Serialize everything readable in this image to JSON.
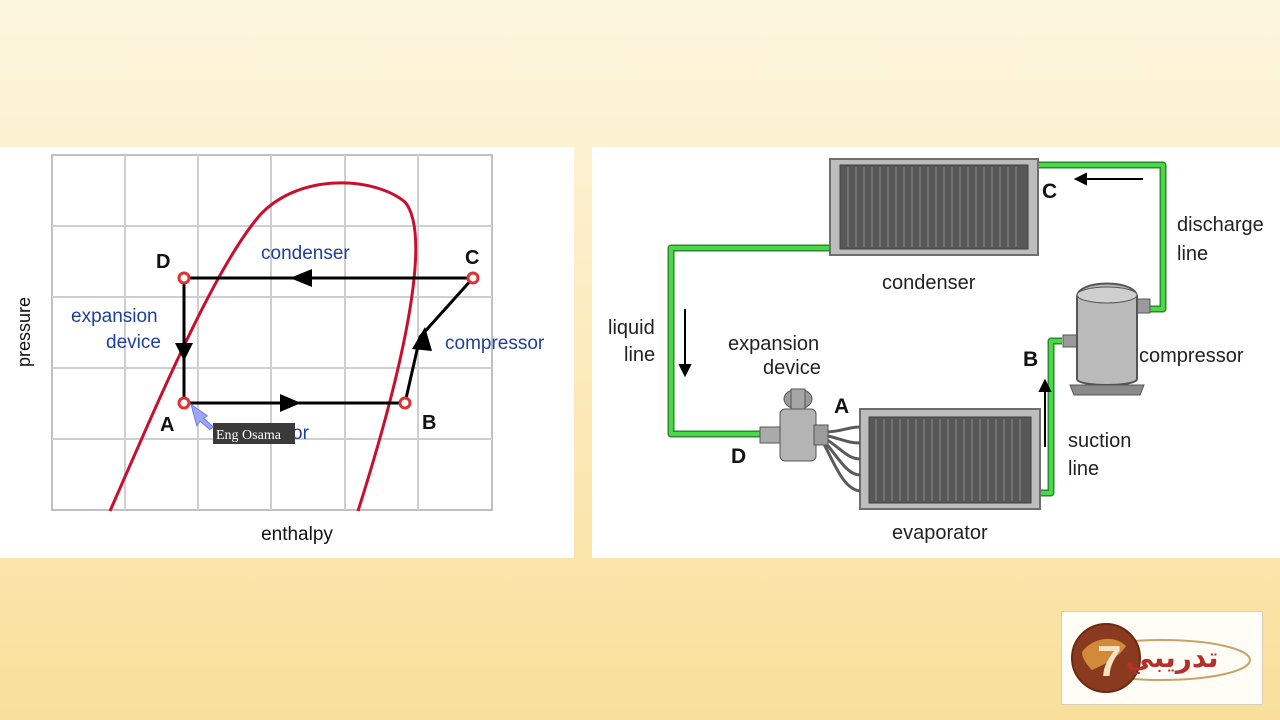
{
  "ph_diagram": {
    "axis_y_label": "pressure",
    "axis_x_label": "enthalpy",
    "point_labels": {
      "A": "A",
      "B": "B",
      "C": "C",
      "D": "D"
    },
    "process_labels": {
      "condenser": "condenser",
      "expansion_line1": "expansion",
      "expansion_line2": "device",
      "compressor": "compressor",
      "evaporator_visible": "or"
    },
    "watermark": "Eng Osama",
    "colors": {
      "dome": "#c8102e",
      "process_text": "#1f3f9e",
      "grid": "#cfcfcf",
      "points": "#e03030"
    }
  },
  "system_diagram": {
    "condenser": "condenser",
    "evaporator": "evaporator",
    "compressor": "compressor",
    "expansion_line1": "expansion",
    "expansion_line2": "device",
    "liquid_line1": "liquid",
    "liquid_line2": "line",
    "discharge_line1": "discharge",
    "discharge_line2": "line",
    "suction_line1": "suction",
    "suction_line2": "line",
    "point_labels": {
      "A": "A",
      "B": "B",
      "C": "C",
      "D": "D"
    },
    "colors": {
      "pipe": "#3cc83c"
    }
  },
  "logo": {
    "text": "تدريبي",
    "color": "#b5302a"
  }
}
